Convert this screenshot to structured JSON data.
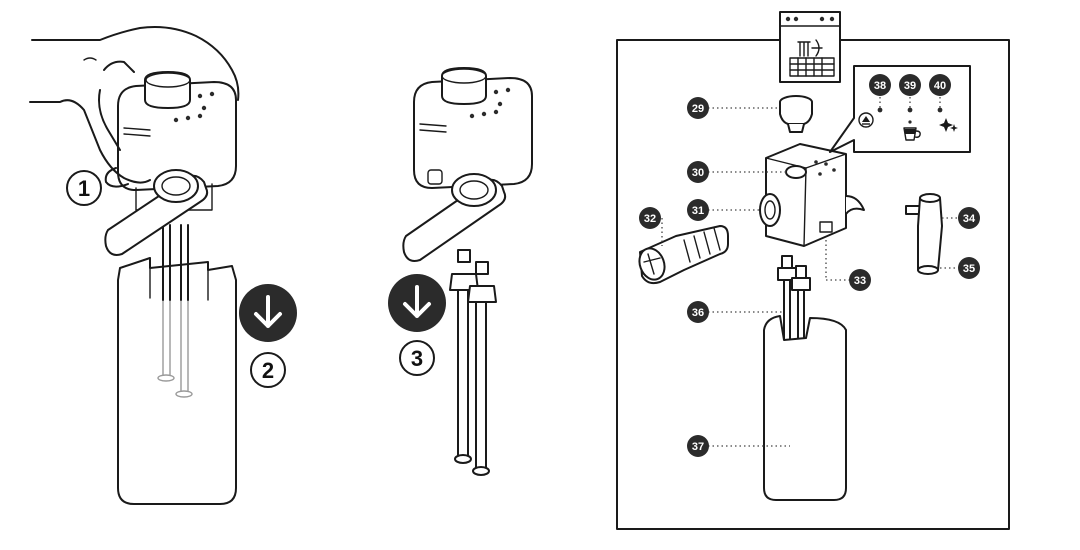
{
  "steps": {
    "s1": "1",
    "s2": "2",
    "s3": "3"
  },
  "callouts": {
    "c29": "29",
    "c30": "30",
    "c31": "31",
    "c32": "32",
    "c33": "33",
    "c34": "34",
    "c35": "35",
    "c36": "36",
    "c37": "37",
    "c38": "38",
    "c39": "39",
    "c40": "40"
  },
  "icons": {
    "manual_badge": "dishwasher-rack-icon",
    "arrow_step2": "arrow-down-circle-icon",
    "arrow_step3": "arrow-down-circle-icon",
    "eject": "eject-icon",
    "cup": "coffee-cup-icon",
    "sparkle": "sparkle-icon"
  },
  "colors": {
    "line": "#1a1a1a",
    "callout_fill": "#2b2b2b",
    "background": "#ffffff"
  }
}
